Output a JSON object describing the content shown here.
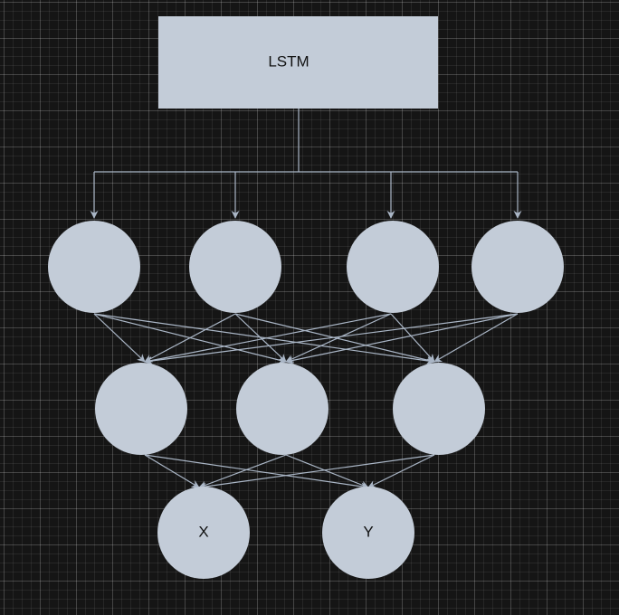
{
  "diagram": {
    "background_color": "#151515",
    "node_fill": "#c3ccd8",
    "edge_color": "#aab6c6",
    "nodes": {
      "lstm": {
        "label": "LSTM"
      },
      "output_x": {
        "label": "X"
      },
      "output_y": {
        "label": "Y"
      }
    }
  }
}
